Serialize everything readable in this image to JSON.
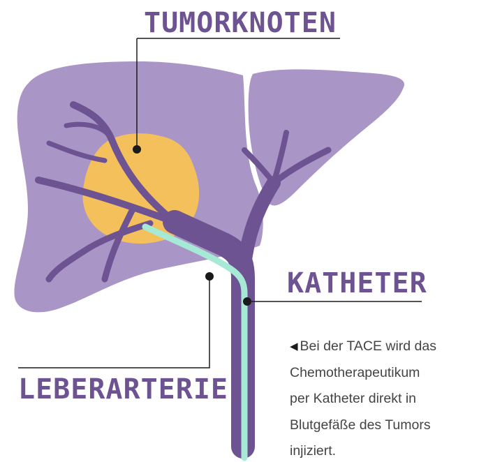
{
  "labels": {
    "tumor": "TUMORKNOTEN",
    "catheter": "KATHETER",
    "artery": "LEBERARTERIE"
  },
  "caption": {
    "marker": "◀",
    "lines": [
      "Bei der TACE wird das",
      "Chemotherapeutikum",
      "per Katheter direkt in",
      "Blutgefäße des Tumors",
      "injiziert."
    ]
  },
  "colors": {
    "liver": "#a995c6",
    "vessel": "#6d5391",
    "tumor": "#f4c05b",
    "catheter": "#a6ead6",
    "label": "#6d5391",
    "line": "#1a1a1a",
    "caption_text": "#444444"
  }
}
